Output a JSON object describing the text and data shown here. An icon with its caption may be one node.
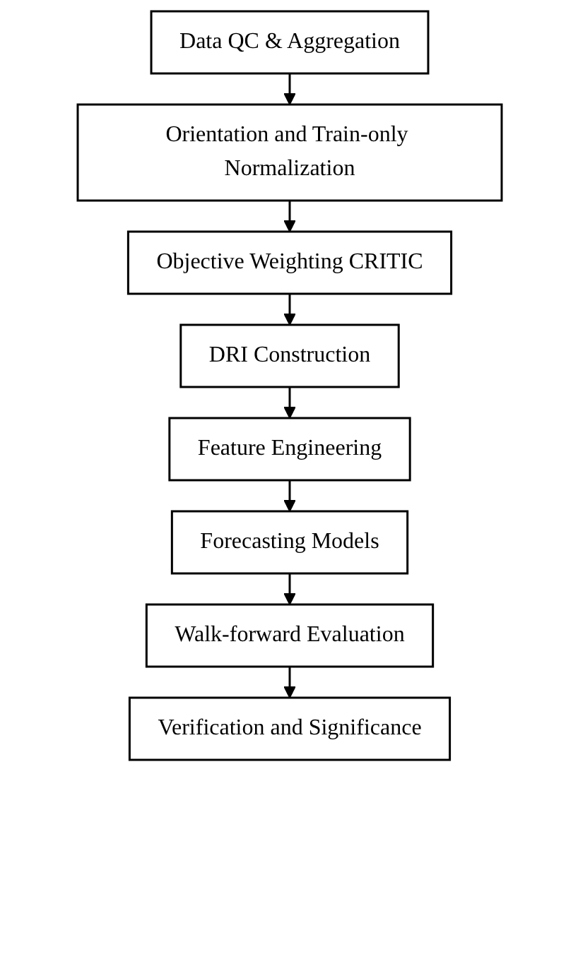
{
  "diagram": {
    "nodes": [
      {
        "text": [
          "Data QC & Aggregation"
        ]
      },
      {
        "text": [
          "Orientation and Train-only Normalization"
        ]
      },
      {
        "text": [
          "Objective Weighting CRITIC"
        ]
      },
      {
        "text": [
          "DRI Construction"
        ]
      },
      {
        "text": [
          "Feature Engineering"
        ]
      },
      {
        "text": [
          "Forecasting Models"
        ]
      },
      {
        "text": [
          "Walk-forward Evaluation"
        ]
      },
      {
        "text": [
          "Verification and Significance"
        ]
      }
    ],
    "edges": [
      {
        "from": 0,
        "to": 1,
        "arrow": "to"
      },
      {
        "from": 1,
        "to": 2,
        "arrow": "to"
      },
      {
        "from": 2,
        "to": 3,
        "arrow": "to"
      },
      {
        "from": 3,
        "to": 4,
        "arrow": "to"
      },
      {
        "from": 4,
        "to": 5,
        "arrow": "to"
      },
      {
        "from": 5,
        "to": 6,
        "arrow": "to"
      },
      {
        "from": 6,
        "to": 7,
        "arrow": "to"
      }
    ]
  }
}
